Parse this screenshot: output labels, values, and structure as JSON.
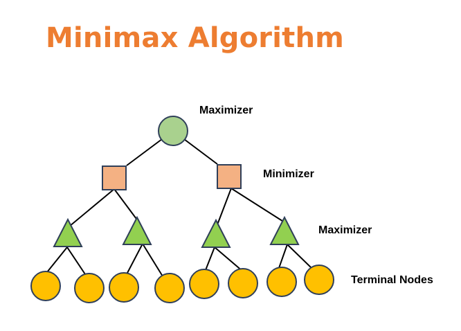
{
  "title": "Minimax Algorithm",
  "levels": {
    "root": "Maximizer",
    "level1": "Minimizer",
    "level2": "Maximizer",
    "leaves": "Terminal Nodes"
  },
  "colors": {
    "title": "#ED7D31",
    "maximizer_root": "#A9D18E",
    "minimizer": "#F4B183",
    "maximizer": "#92D050",
    "terminal": "#FFC000",
    "stroke": "#2F3F59",
    "edge": "#000000"
  }
}
